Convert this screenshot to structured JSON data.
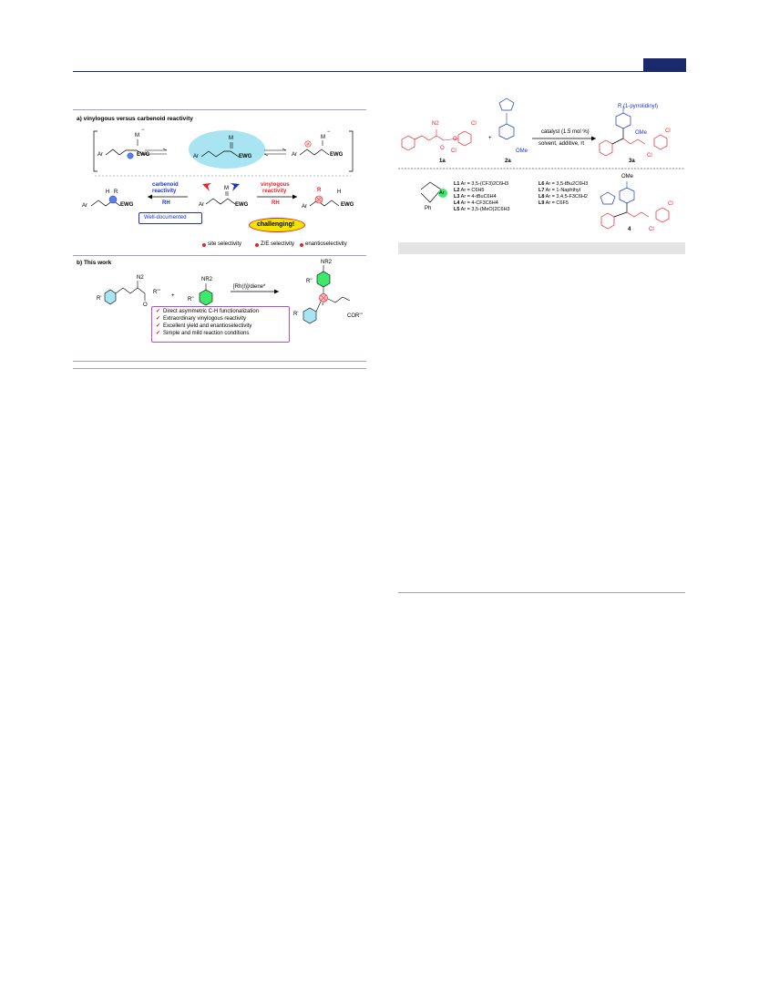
{
  "header": {
    "accent_color": "#1a2a6c"
  },
  "scheme1": {
    "section_a_title": "a) vinylogous versus carbenoid reactivity",
    "resonance": {
      "left_ar": "Ar",
      "left_m": "M",
      "left_minus": "−",
      "left_ewg": "EWG",
      "left_plus": "⊕",
      "mid_m": "M",
      "mid_ar": "Ar",
      "mid_ewg": "EWG",
      "right_m": "M",
      "right_minus": "−",
      "right_plus": "+",
      "right_ar": "Ar",
      "right_ewg": "EWG"
    },
    "left_path": {
      "label_line1": "carbenoid",
      "label_line2": "reactivity",
      "reagent": "RH",
      "product_h": "H",
      "product_r": "R",
      "product_ar": "Ar",
      "product_ewg": "EWG",
      "note": "Well-documented"
    },
    "center": {
      "m": "M",
      "ar": "Ar",
      "ewg": "EWG"
    },
    "right_path": {
      "label_line1": "vinylogous",
      "label_line2": "reactivity",
      "reagent": "RH",
      "product_r": "R",
      "product_h": "H",
      "product_ar": "Ar",
      "product_ewg": "EWG",
      "note": "challenging!"
    },
    "selectivity_legend": [
      "site selectivity",
      "Z/E selectivity",
      "enantioselectivity"
    ],
    "section_b_title": "b) This work",
    "reactant1": {
      "n2": "N2",
      "r3": "R'''",
      "o": "O",
      "r1": "R'"
    },
    "plus": "+",
    "reactant2": {
      "nr2": "NR2",
      "r2": "R''"
    },
    "conditions": "[Rh(I)]/diene*",
    "product": {
      "nr2": "NR2",
      "r2": "R''",
      "r1": "R'",
      "star": "*",
      "cor": "COR'''"
    },
    "highlights": [
      "Direct asymmetric C-H functionalization",
      "Extraordinary vinylogous reactivity",
      "Excellent yield and enantioselectivity",
      "Simple and mild reaction conditions"
    ],
    "colors": {
      "red": "#e6212a",
      "blue": "#1d33c8",
      "cyan": "#a8e4f2",
      "green": "#3ee86a",
      "yellow": "#f2e400",
      "purple": "#b050d0"
    }
  },
  "table1": {
    "reaction": {
      "n2": "N2",
      "cl_top": "Cl",
      "cl_bottom": "Cl",
      "o1": "O",
      "o2": "O",
      "label_1a": "1a",
      "plus": "+",
      "ome_2a": "OMe",
      "label_2a": "2a",
      "catalyst": "catalyst (1.5 mol %)",
      "conditions": "solvent, additive, rt",
      "r_label": "R (1-pyrrolidinyl)",
      "ome_3a": "OMe",
      "cl_3a_top": "Cl",
      "cl_3a_bottom": "Cl",
      "label_3a": "3a"
    },
    "ligand": {
      "ph": "Ph",
      "ar": "Ar"
    },
    "ligands_left": [
      {
        "id": "L1",
        "text": "Ar = 3,5-(CF3)2C6H3"
      },
      {
        "id": "L2",
        "text": "Ar = C6H5"
      },
      {
        "id": "L3",
        "text": "Ar = 4-tBuC6H4"
      },
      {
        "id": "L4",
        "text": "Ar = 4-CF3C6H4"
      },
      {
        "id": "L5",
        "text": "Ar = 3,5-(MeO)2C6H3"
      }
    ],
    "ligands_right": [
      {
        "id": "L6",
        "text": "Ar = 3,5-tBu2C6H3"
      },
      {
        "id": "L7",
        "text": "Ar = 1-Naphthyl"
      },
      {
        "id": "L8",
        "text": "Ar = 3,4,5-F3C6H2"
      },
      {
        "id": "L9",
        "text": "Ar = C6F5"
      }
    ],
    "compound4": {
      "ome": "OMe",
      "cl_top": "Cl",
      "cl_bottom": "Cl",
      "label": "4"
    }
  }
}
